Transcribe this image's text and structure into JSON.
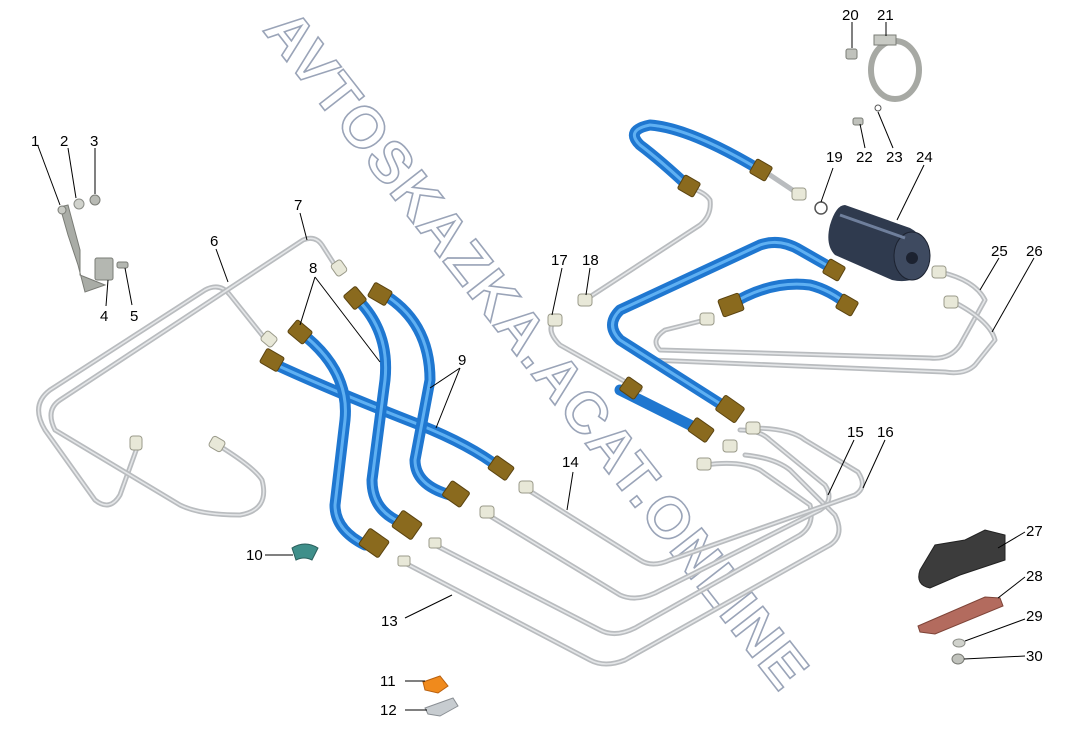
{
  "diagram": {
    "type": "exploded-parts-view",
    "subject": "fuel lines assembly",
    "watermark": "AVTOSKAZKA.ACAT.ONLINE",
    "colors": {
      "hose": "#1f77d0",
      "steel_tube": "#b9bcbf",
      "brass_nut": "#8a6a1e",
      "filter_body": "#2f3a4e",
      "clip_orange": "#f08a1c",
      "bracket_red": "#b36b5e",
      "clamp_dark": "#3c3c3c"
    },
    "callouts": [
      {
        "id": "1",
        "part": "bracket"
      },
      {
        "id": "2",
        "part": "washer"
      },
      {
        "id": "3",
        "part": "nut"
      },
      {
        "id": "4",
        "part": "tube clamp"
      },
      {
        "id": "5",
        "part": "bolt"
      },
      {
        "id": "6",
        "part": "steel fuel tube"
      },
      {
        "id": "7",
        "part": "steel fuel tube"
      },
      {
        "id": "8",
        "part": "flexible hose"
      },
      {
        "id": "9",
        "part": "flexible hose"
      },
      {
        "id": "10",
        "part": "clip"
      },
      {
        "id": "11",
        "part": "clip"
      },
      {
        "id": "12",
        "part": "clip plate"
      },
      {
        "id": "13",
        "part": "steel fuel tube"
      },
      {
        "id": "14",
        "part": "steel fuel tube"
      },
      {
        "id": "15",
        "part": "steel fuel tube"
      },
      {
        "id": "16",
        "part": "steel fuel tube"
      },
      {
        "id": "17",
        "part": "fitting"
      },
      {
        "id": "18",
        "part": "fitting"
      },
      {
        "id": "19",
        "part": "o-ring"
      },
      {
        "id": "20",
        "part": "nut"
      },
      {
        "id": "21",
        "part": "filter clamp"
      },
      {
        "id": "22",
        "part": "bolt"
      },
      {
        "id": "23",
        "part": "washer"
      },
      {
        "id": "24",
        "part": "fuel filter"
      },
      {
        "id": "25",
        "part": "steel fuel tube"
      },
      {
        "id": "26",
        "part": "steel fuel tube"
      },
      {
        "id": "27",
        "part": "tube clamp block"
      },
      {
        "id": "28",
        "part": "clamp plate"
      },
      {
        "id": "29",
        "part": "washer"
      },
      {
        "id": "30",
        "part": "nut"
      }
    ]
  }
}
